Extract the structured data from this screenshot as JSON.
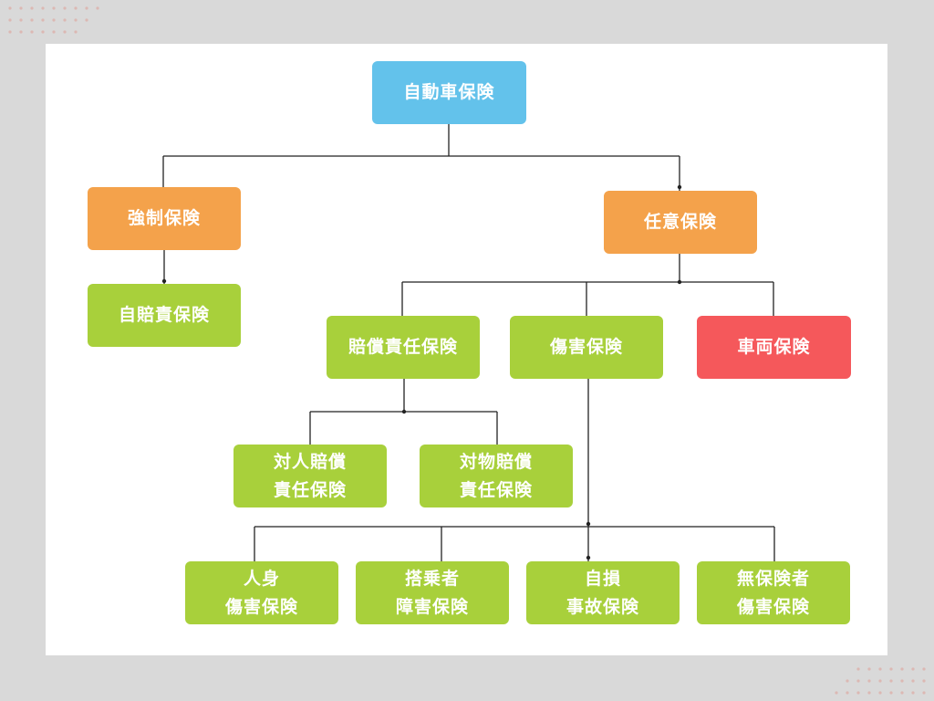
{
  "diagram": {
    "root": {
      "label": "自動車保険",
      "color": "#63c2eb"
    },
    "compulsory": {
      "label": "強制保険",
      "color": "#f4a24b",
      "children": [
        {
          "label": "自賠責保険",
          "color": "#a8d03b"
        }
      ]
    },
    "voluntary": {
      "label": "任意保険",
      "color": "#f4a24b",
      "liability": {
        "label": "賠償責任保険",
        "color": "#a8d03b",
        "children": [
          {
            "lines": [
              "対人賠償",
              "責任保険"
            ],
            "color": "#a8d03b"
          },
          {
            "lines": [
              "対物賠償",
              "責任保険"
            ],
            "color": "#a8d03b"
          }
        ]
      },
      "injury": {
        "label": "傷害保険",
        "color": "#a8d03b",
        "children": [
          {
            "lines": [
              "人身",
              "傷害保険"
            ],
            "color": "#a8d03b"
          },
          {
            "lines": [
              "搭乗者",
              "障害保険"
            ],
            "color": "#a8d03b"
          },
          {
            "lines": [
              "自損",
              "事故保険"
            ],
            "color": "#a8d03b"
          },
          {
            "lines": [
              "無保険者",
              "傷害保険"
            ],
            "color": "#a8d03b"
          }
        ]
      },
      "vehicle": {
        "label": "車両保険",
        "color": "#f5585b"
      }
    }
  },
  "colors": {
    "page_background": "#d9d9d9",
    "card_background": "#ffffff",
    "connector": "#222222",
    "decorative_dots": "#dcb8b3"
  }
}
